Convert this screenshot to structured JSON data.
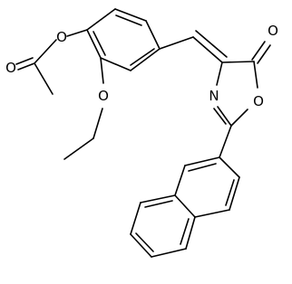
{
  "atoms": {
    "O_ester": "O",
    "O_carbonyl_acetyl": "O",
    "O_ethoxy": "O",
    "N_ring": "N",
    "O_ring": "O",
    "O_lactone_carbonyl": "O"
  }
}
